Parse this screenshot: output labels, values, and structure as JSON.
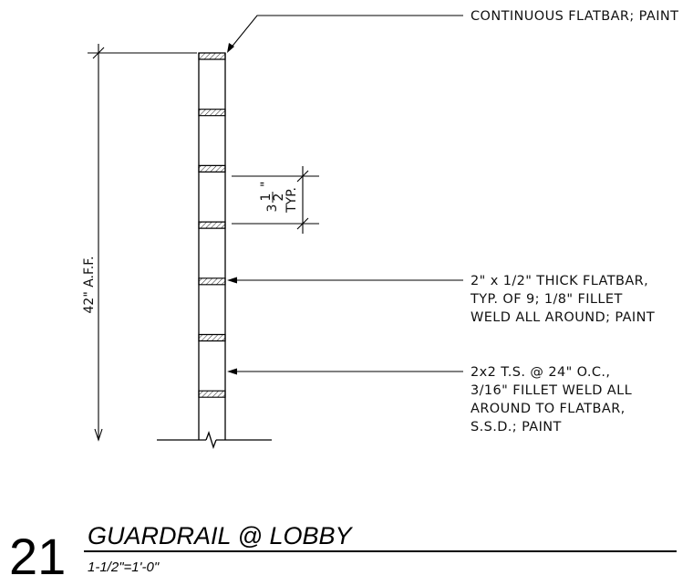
{
  "notes": {
    "top": [
      "CONTINUOUS FLATBAR; PAINT"
    ],
    "middle": [
      "2\" x 1/2\" THICK FLATBAR,",
      "TYP. OF 9; 1/8\" FILLET",
      "WELD ALL AROUND; PAINT"
    ],
    "bottom": [
      "2x2 T.S. @ 24\" O.C.,",
      "3/16\" FILLET WELD ALL",
      "AROUND TO FLATBAR,",
      "S.S.D.; PAINT"
    ]
  },
  "dimensions": {
    "height": "42\" A.F.F.",
    "spacing_whole": "3",
    "spacing_numerator": "1",
    "spacing_denominator": "2",
    "spacing_inch": "\"",
    "spacing_typ": "TYP."
  },
  "flatbar_count_shown": 7,
  "title": {
    "number": "21",
    "name": "GUARDRAIL @ LOBBY",
    "scale": "1-1/2\"=1'-0\""
  }
}
